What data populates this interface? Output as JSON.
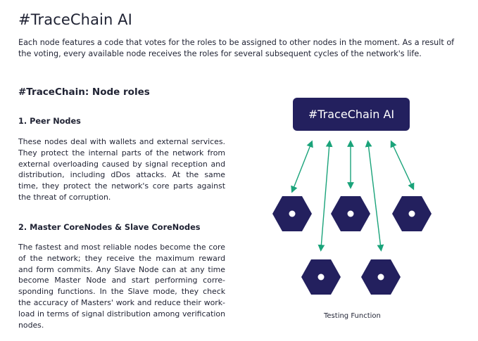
{
  "page": {
    "title": "#TraceChain AI",
    "intro": "Each node features a code that votes for the roles to be assigned to other nodes in the moment. As a result of the voting, every available node receives the roles for several subsequent cycles of the network's life."
  },
  "section": {
    "title": "#TraceChain: Node roles",
    "items": [
      {
        "heading": "1. Peer Nodes",
        "body": "These nodes deal with wallets and external services. They protect the internal parts of the network from external overloading caused by signal reception and distribution, including dDos attacks. At the same time, they protect the network's core parts against the threat of corruption."
      },
      {
        "heading": "2. Master CoreNodes & Slave CoreNodes",
        "body": "The fastest and most reliable nodes become the core of the network; they receive the maximum reward and form commits. Any Slave Node can at any time become Master Node and start performing corre-sponding functions. In the Slave mode, they check the accuracy of Masters' work and reduce their work-load in terms of signal distribution among verification nodes."
      }
    ]
  },
  "diagram": {
    "hub_label": "#TraceChain AI",
    "caption": "Testing Function",
    "colors": {
      "hub": "#23205e",
      "node": "#23205e",
      "arrow": "#1aa37a"
    }
  }
}
